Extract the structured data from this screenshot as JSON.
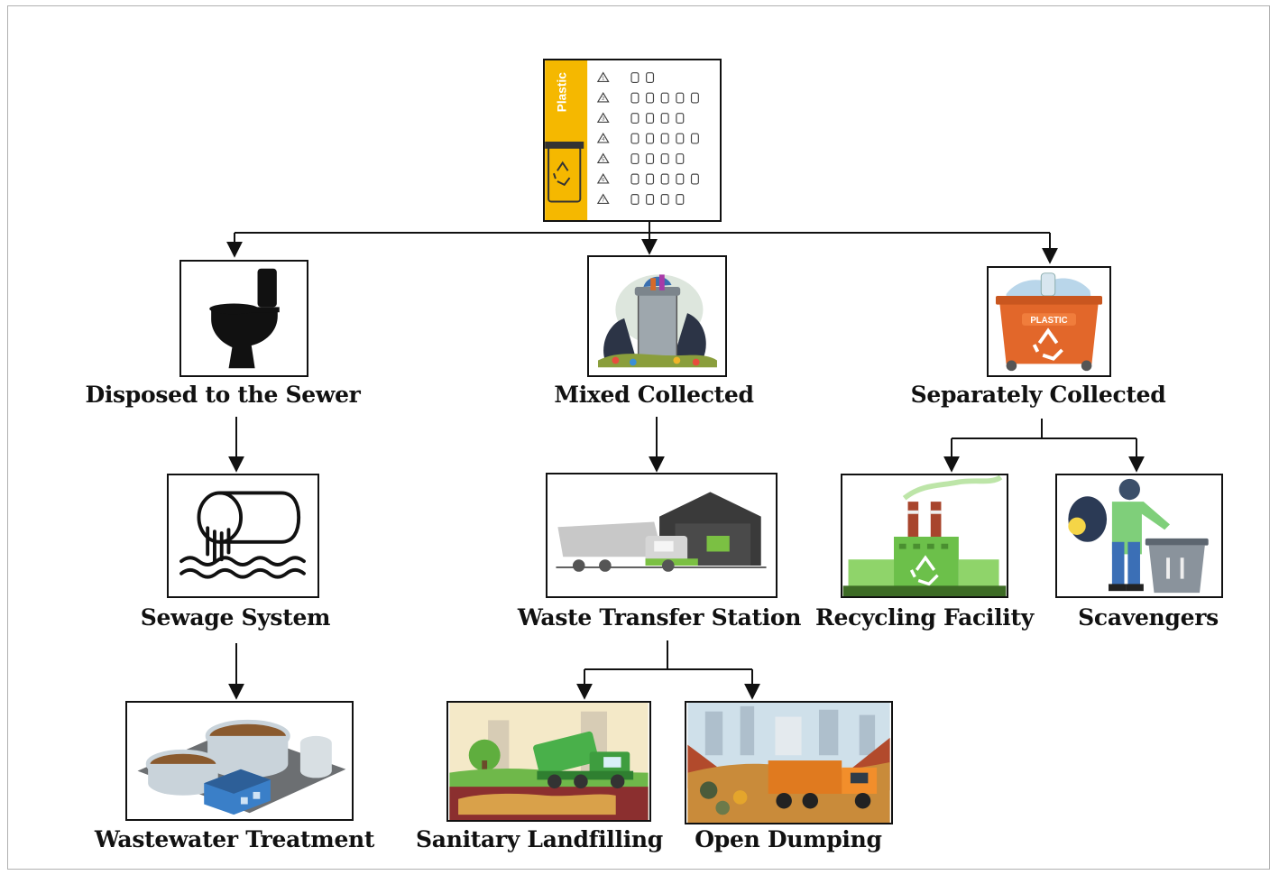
{
  "source": {
    "panel_text": "Plastic",
    "resin_codes": [
      "1",
      "2",
      "3",
      "4",
      "5",
      "6",
      "7"
    ]
  },
  "branches": {
    "sewer": {
      "label": "Disposed to the Sewer",
      "icon": "toilet-icon",
      "steps": [
        {
          "label": "Sewage System",
          "icon": "sewage-pipe-icon"
        },
        {
          "label": "Wastewater Treatment",
          "icon": "treatment-plant-icon"
        }
      ]
    },
    "mixed": {
      "label": "Mixed Collected",
      "icon": "garbage-bin-icon",
      "steps": [
        {
          "label": "Waste Transfer Station",
          "icon": "transfer-station-icon"
        }
      ],
      "outcomes": [
        {
          "label": "Sanitary Landfilling",
          "icon": "landfill-icon"
        },
        {
          "label": "Open Dumping",
          "icon": "dump-truck-icon"
        }
      ]
    },
    "separate": {
      "label": "Separately Collected",
      "icon": "recycling-bin-icon",
      "bin_text": "PLASTIC",
      "outcomes": [
        {
          "label": "Recycling Facility",
          "icon": "factory-icon"
        },
        {
          "label": "Scavengers",
          "icon": "scavenger-icon"
        }
      ]
    }
  },
  "colors": {
    "accent_yellow": "#f5b800",
    "recycle_green": "#6cc04a",
    "bin_orange": "#e2672a",
    "line": "#111111"
  }
}
